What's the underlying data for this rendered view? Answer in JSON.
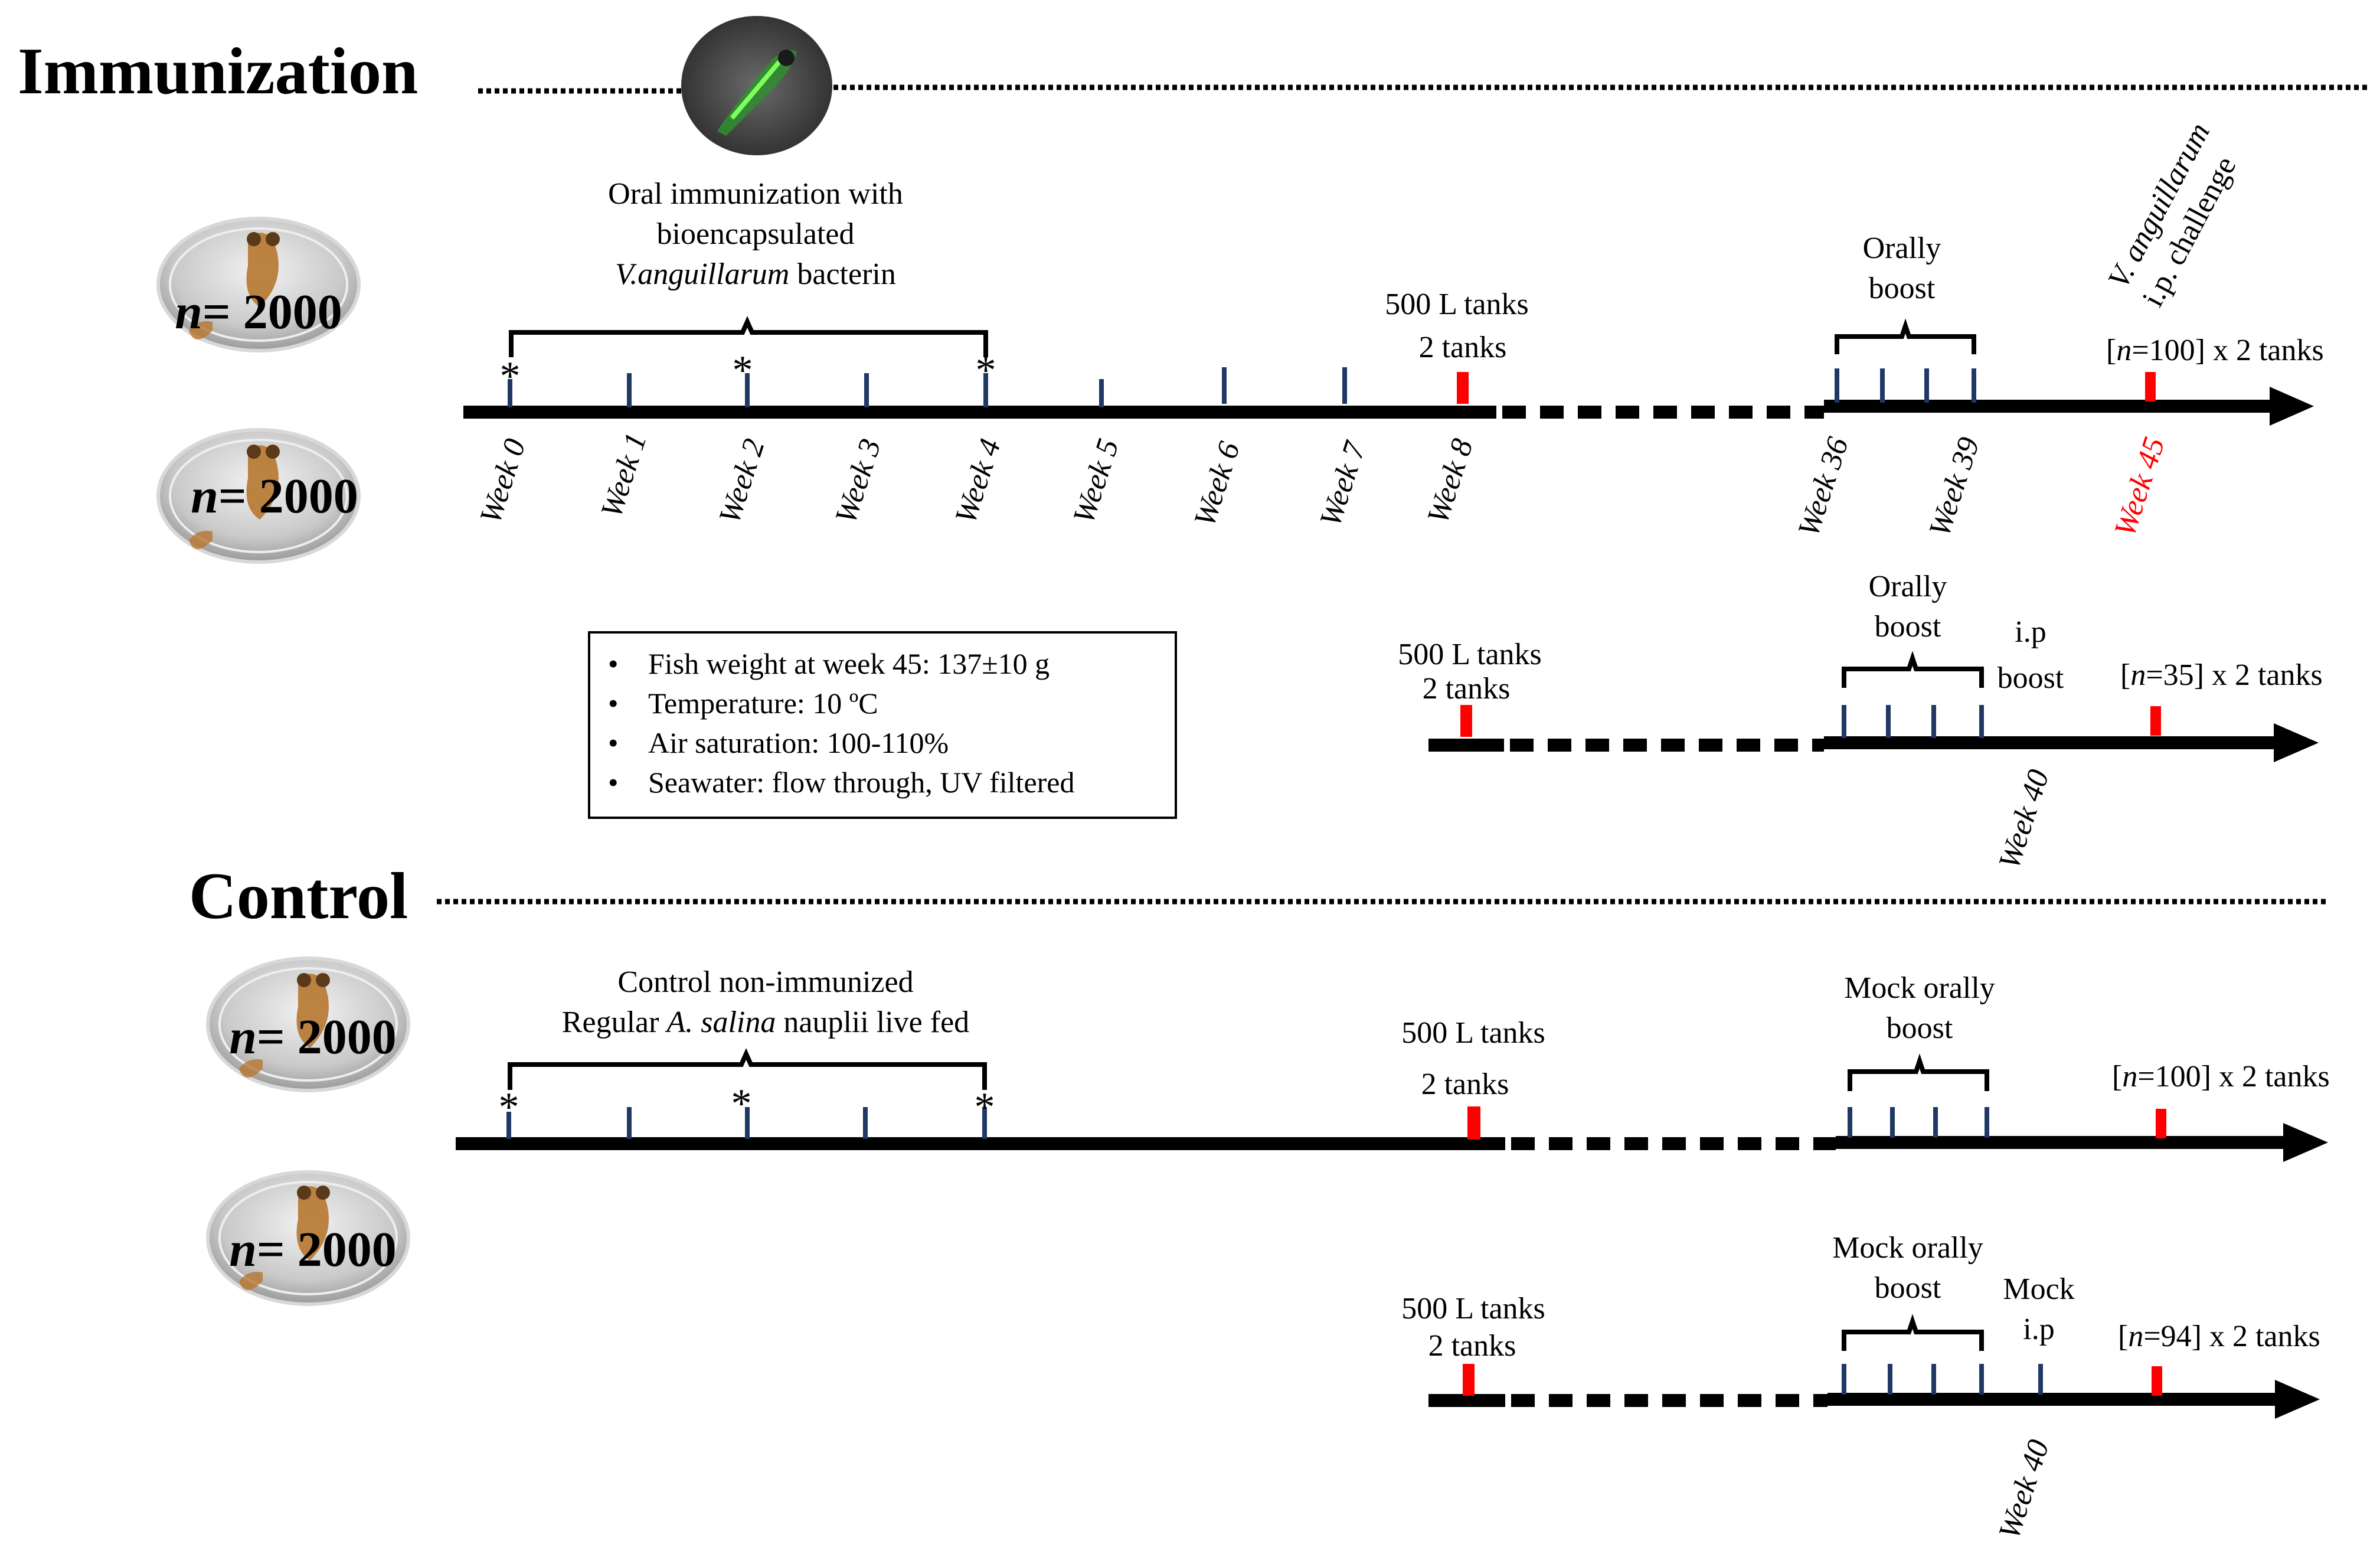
{
  "sections": {
    "immunization_title": "Immunization",
    "control_title": "Control"
  },
  "groups": {
    "population": "n= 2000",
    "population_var": "n",
    "population_rest": "= 2000"
  },
  "weeks": [
    "Week 0",
    "Week 1",
    "Week 2",
    "Week 3",
    "Week 4",
    "Week 5",
    "Week 6",
    "Week 7",
    "Week 8",
    "Week 36",
    "Week 39",
    "Week 45"
  ],
  "week40": "Week 40",
  "immunization": {
    "oral_line1": "Oral immunization  with",
    "oral_line2": "bioencapsulated",
    "oral_line3_italic": "V.anguillarum",
    "oral_line3_rest": " bacterin",
    "tanks_line1": "500 L tanks",
    "tanks_line2": "2 tanks",
    "boost_line1": "Orally",
    "boost_line2": "boost",
    "challenge_line1": "V. anguillarum",
    "challenge_line2": "i.p. challenge",
    "count1": "[n=100] x 2 tanks",
    "count1_pre": "[",
    "count1_var": "n",
    "count1_post": "=100] x 2 tanks",
    "ip_line1": "i.p",
    "ip_line2": "boost",
    "count2": "[n=35] x 2 tanks",
    "count2_pre": "[",
    "count2_var": "n",
    "count2_post": "=35] x 2 tanks"
  },
  "conditions": [
    "Fish weight at week 45: 137±10  g",
    "Temperature:  10 ºC",
    "Air saturation:  100-110%",
    "Seawater:  flow through,  UV filtered"
  ],
  "control": {
    "feed_line1": "Control non-immunized",
    "feed_line2_pre": "Regular ",
    "feed_line2_italic": "A. salina",
    "feed_line2_rest": " nauplii live  fed",
    "tanks_line1": "500 L tanks",
    "tanks_line2": "2 tanks",
    "mock_line1": "Mock orally",
    "mock_line2": "boost",
    "count1_pre": "[",
    "count1_var": "n",
    "count1_post": "=100] x 2 tanks",
    "mock_ip_line1": "Mock",
    "mock_ip_line2": "i.p",
    "count2_pre": "[",
    "count2_var": "n",
    "count2_post": "=94] x 2 tanks"
  },
  "asterisk": "*",
  "colors": {
    "axis": "#000000",
    "tick": "#1f3864",
    "marker": "#ff0000",
    "highlight_text": "#ff0000"
  }
}
